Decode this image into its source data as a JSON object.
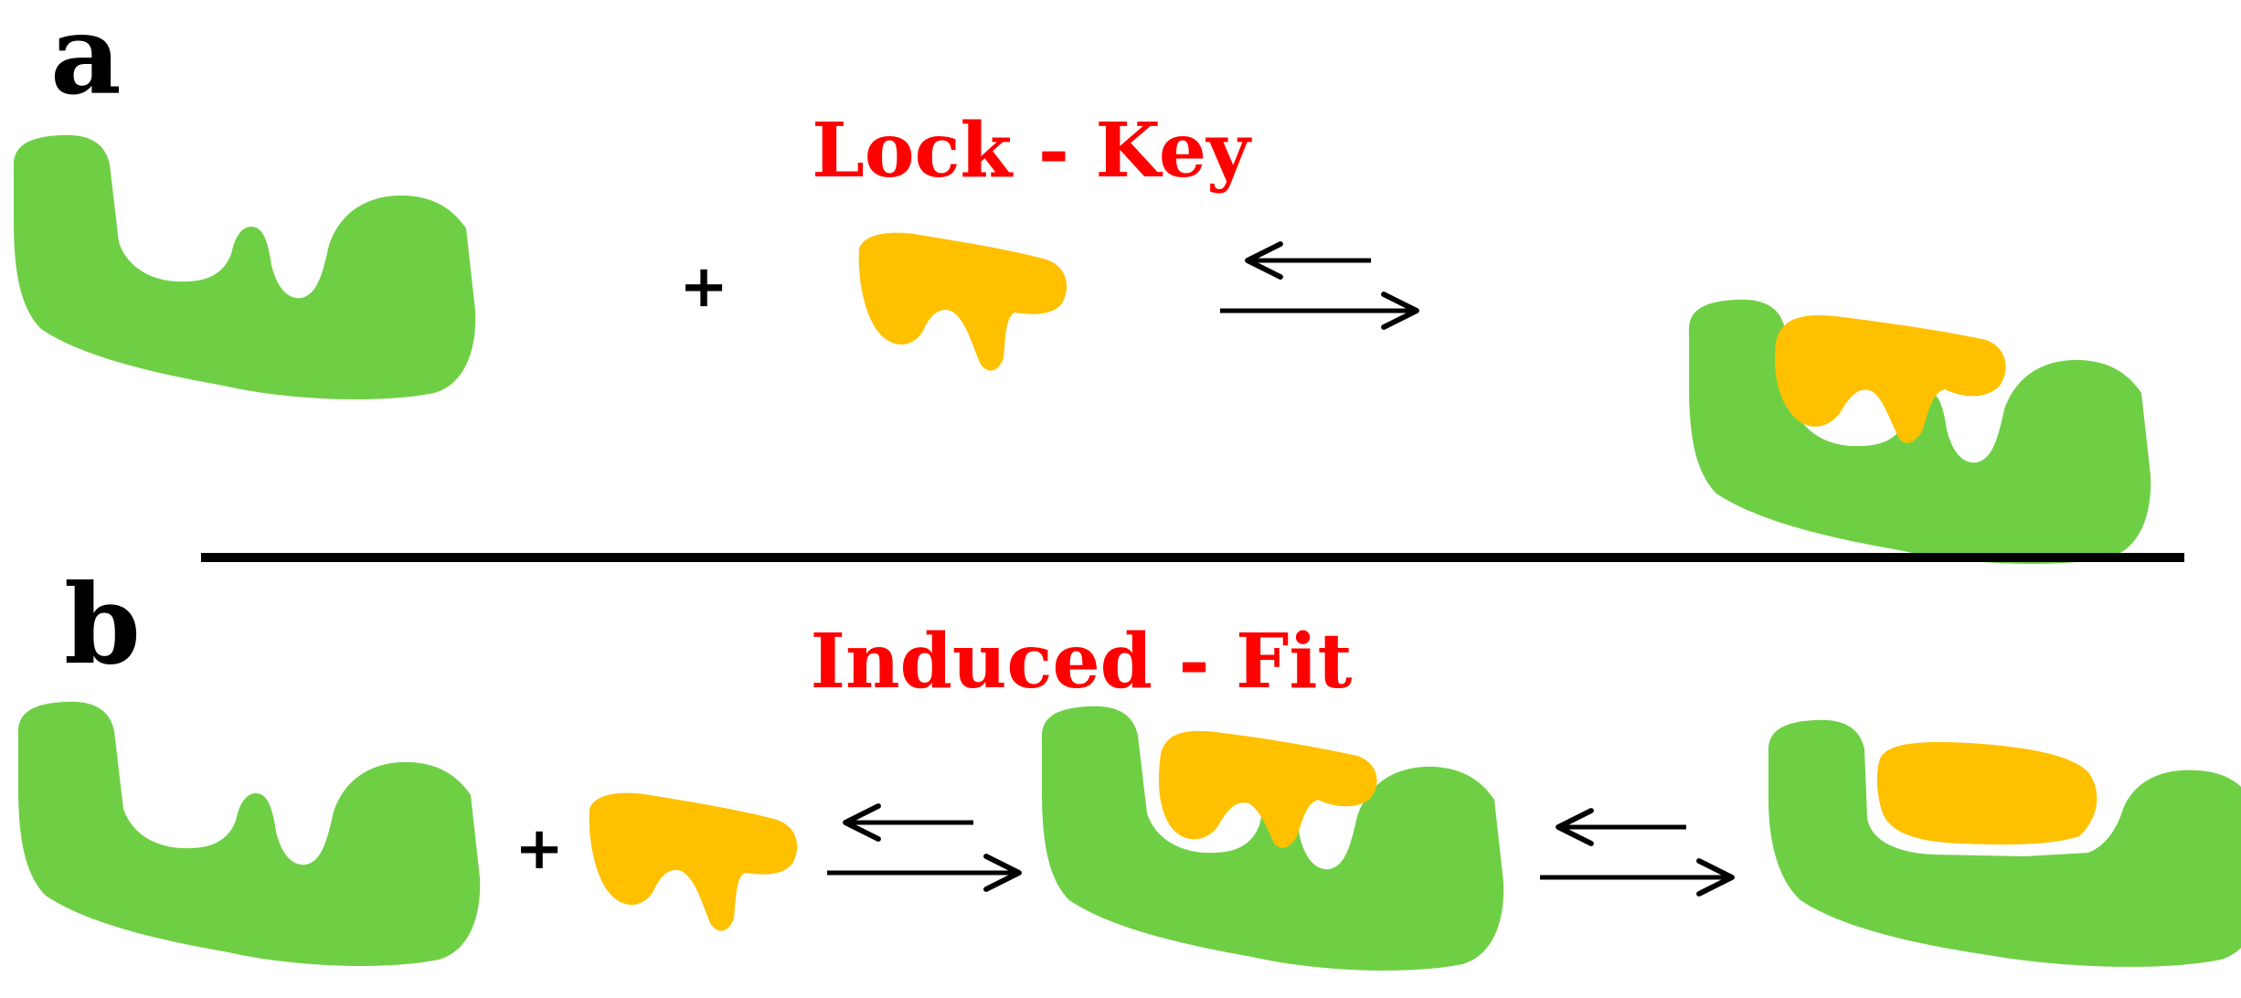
{
  "panel_a": {
    "letter": "a",
    "title": "Lock - Key",
    "plus": "+"
  },
  "panel_b": {
    "letter": "b",
    "title": "Induced - Fit",
    "plus": "+"
  },
  "colors": {
    "enzyme": "#6ecf45",
    "substrate": "#ffc000",
    "title_text": "#ff0000",
    "arrow": "#000000",
    "divider": "#000000",
    "letters": "#000000"
  }
}
